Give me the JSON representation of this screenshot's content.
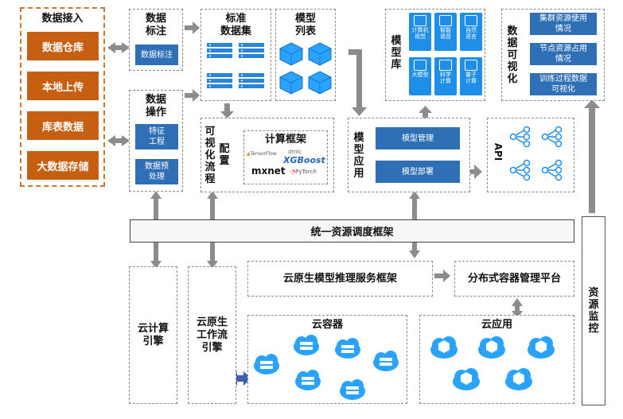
{
  "data_access": {
    "title": "数据接入",
    "items": [
      "数据仓库",
      "本地上传",
      "库表数据",
      "大数据存储"
    ]
  },
  "annotation": {
    "title": "数据\n标注",
    "button": "数据标注"
  },
  "operation": {
    "title": "数据\n操作",
    "buttons": [
      "特征\n工程",
      "数据预\n处理"
    ]
  },
  "standard_dataset": {
    "title": "标准\n数据集"
  },
  "model_list": {
    "title": "模型\n列表"
  },
  "visual_flow": {
    "title_vertical": "可视化流程",
    "config": "配置"
  },
  "compute_framework": {
    "title": "计算框架",
    "logos": [
      "TensorFlow",
      "dmlc",
      "XGBoost",
      "mxnet",
      "PyTorch"
    ]
  },
  "model_repo": {
    "title": "模型库",
    "tiles": [
      "计算机\n视觉",
      "智能\n语音",
      "自然\n语言",
      "大模型",
      "科学\n计算",
      "量子\n计算"
    ]
  },
  "model_app": {
    "title": "模型应用",
    "buttons": [
      "模型管理",
      "模型部署"
    ]
  },
  "data_viz": {
    "title": "数据可视化",
    "buttons": [
      "集群资源使用\n情况",
      "节点资源占用\n情况",
      "训练过程数据\n可视化"
    ]
  },
  "api": {
    "title": "API"
  },
  "unified_scheduler": "统一资源调度框架",
  "cloud_compute": "云计算\n引擎",
  "cloud_workflow": "云原生\n工作流\n引擎",
  "inference_framework": "云原生模型推理服务框架",
  "container_platform": "分布式容器管理平台",
  "cloud_container": "云容器",
  "cloud_app": "云应用",
  "resource_monitor": "资源监控",
  "colors": {
    "orange": "#c65f12",
    "blue": "#2f6fb5",
    "tile_blue": "#1e8ee8",
    "arrow": "#8c8c8c"
  }
}
